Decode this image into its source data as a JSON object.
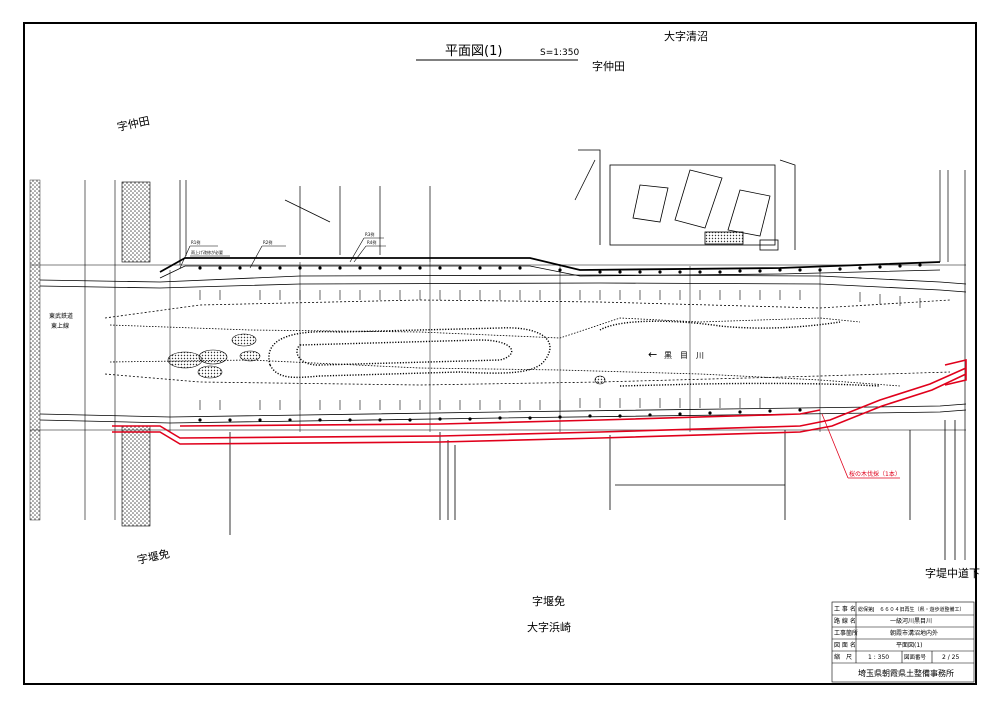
{
  "drawing": {
    "title": "平面図(1)",
    "scale": "S=1:350"
  },
  "place_names": {
    "top_right": "大字清沼",
    "top_mid": "字仲田",
    "left": "字仲田",
    "bottom_left": "字堰免",
    "bottom_mid1": "字堰免",
    "bottom_mid2": "大字浜崎",
    "bottom_right": "字堤中道下"
  },
  "railway": {
    "line1": "東武鉄道",
    "line2": "東上線"
  },
  "river": {
    "arrow": "←",
    "name": "黒　目　川"
  },
  "callouts": {
    "r1": "R1例",
    "r1_note": "雨上げ改修が必要",
    "r2": "R2例",
    "r3": "R3例",
    "r4": "R4例",
    "red_note": "桜の木伐採（1本）"
  },
  "title_block": {
    "rows": [
      {
        "label": "工 事 名",
        "value": "総保第J　６６０４旧再生（県・遊歩道整備工）"
      },
      {
        "label": "路 線 名",
        "value": "一級河川黒目川"
      },
      {
        "label": "工事箇所",
        "value": "朝霞市溝沼地内外"
      },
      {
        "label": "図 面 名",
        "value": "平面図(1)"
      }
    ],
    "scale_label": "縮　尺",
    "scale_value": "1 : 350",
    "number_label": "図面番号",
    "number_value": "2 / 25",
    "office": "埼玉県朝霞県土整備事務所"
  },
  "colors": {
    "line": "#000000",
    "red": "#e0001b",
    "hatch": "#bfbfbf"
  }
}
